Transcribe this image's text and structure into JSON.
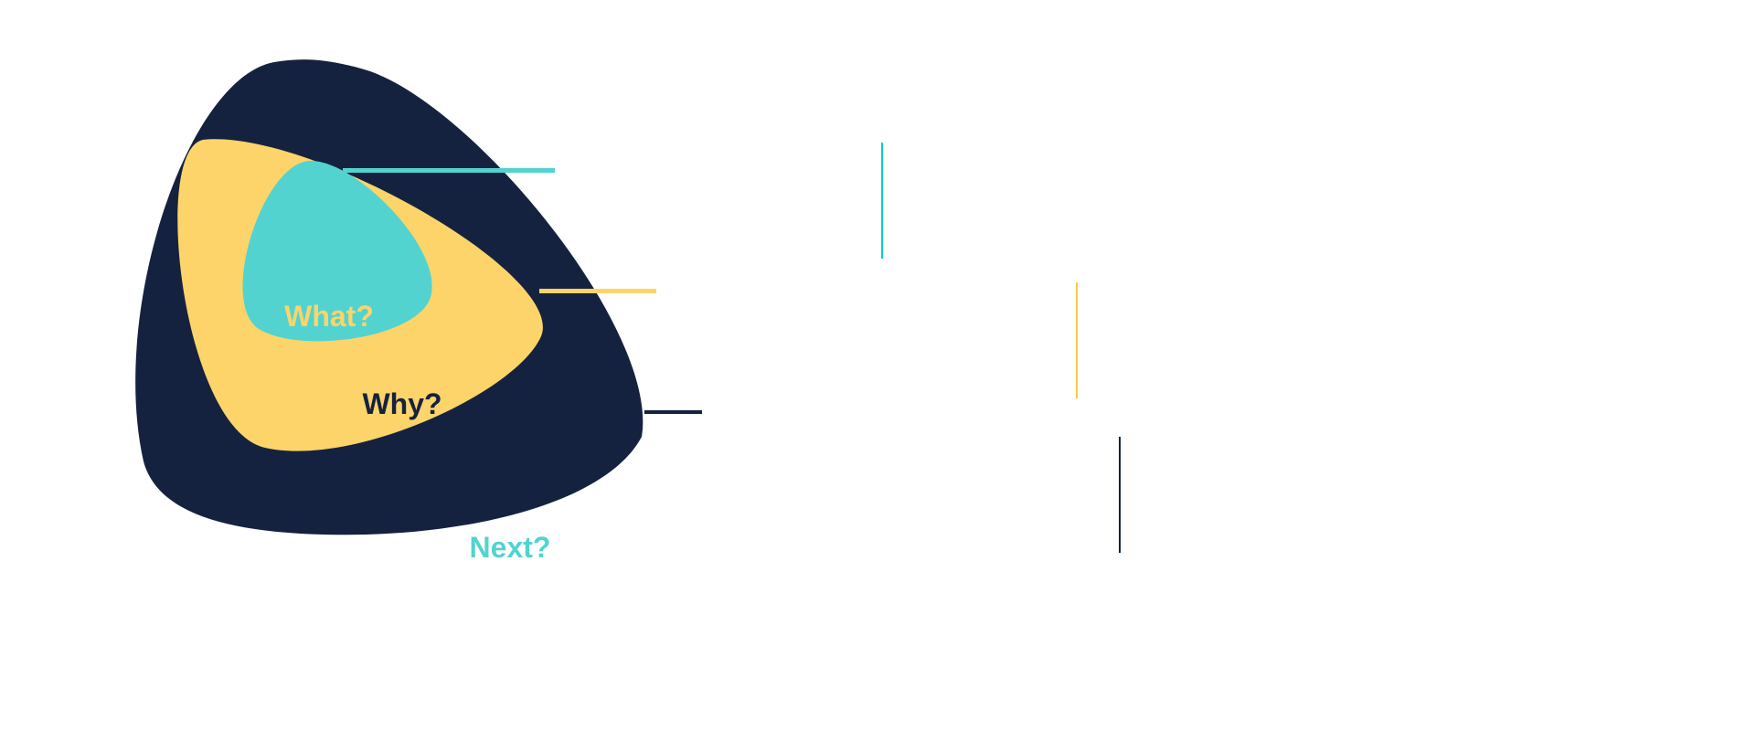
{
  "diagram": {
    "labels": {
      "what": "What?",
      "why": "Why?",
      "next": "Next?"
    },
    "colors": {
      "navy": "#15223F",
      "yellow": "#FCD46A",
      "cyan": "#52D3D0",
      "cyan_line": "#00CFCB",
      "yellow_line": "#FCC84A",
      "navy_line": "#0F1F4A"
    }
  }
}
